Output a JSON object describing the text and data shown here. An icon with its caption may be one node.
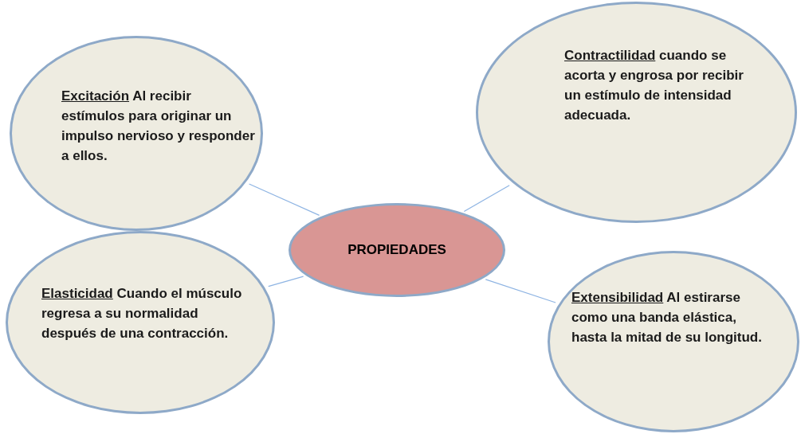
{
  "diagram": {
    "nodes": [
      {
        "text": [
          "Excitación",
          "Al recibir estímulos para originar un impulso nervioso y responder a ellos."
        ]
      },
      {
        "text": [
          "Contractilidad",
          "cuando se acorta y engrosa por recibir un estímulo de intensidad adecuada."
        ]
      },
      {
        "text": [
          "PROPIEDADES"
        ]
      },
      {
        "text": [
          "Elasticidad",
          "Cuando el músculo regresa a su normalidad después de una contracción."
        ]
      },
      {
        "text": [
          "Extensibilidad",
          "Al estirarse como una banda elástica, hasta la mitad de su longitud."
        ]
      }
    ],
    "edges": [
      {
        "from": 2,
        "to": 0,
        "arrow": "none"
      },
      {
        "from": 2,
        "to": 1,
        "arrow": "none"
      },
      {
        "from": 2,
        "to": 3,
        "arrow": "none"
      },
      {
        "from": 2,
        "to": 4,
        "arrow": "none"
      }
    ]
  }
}
